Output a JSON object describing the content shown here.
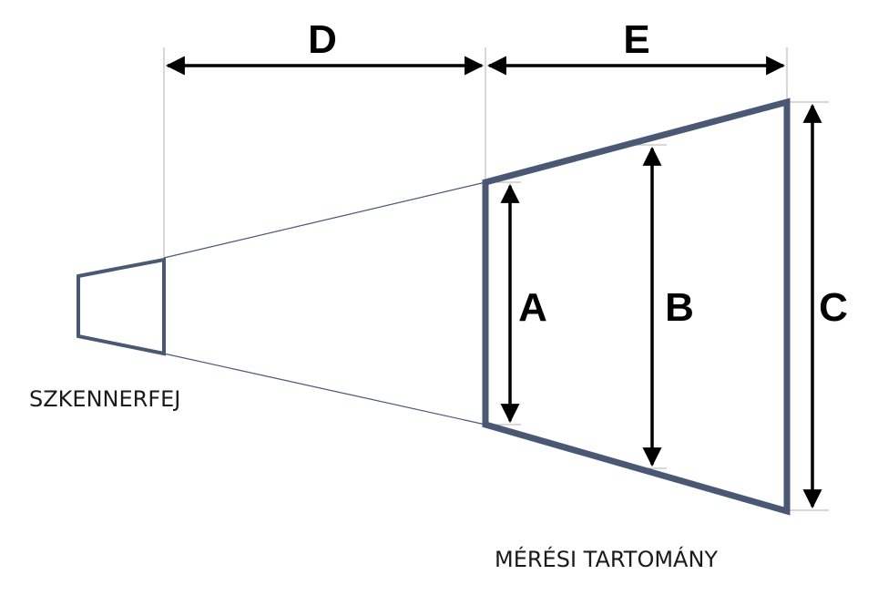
{
  "diagram": {
    "labels": {
      "d": "D",
      "e": "E",
      "a": "A",
      "b": "B",
      "c": "C"
    },
    "captions": {
      "scanner_head": "SZKENNERFEJ",
      "measuring_range": "MÉRÉSI TARTOMÁNY"
    },
    "colors": {
      "outline": "#4a5873",
      "thin_line": "#4a5873",
      "guide_line": "#b0b0b0",
      "arrow": "#000000",
      "text": "#1a1a1a"
    }
  }
}
